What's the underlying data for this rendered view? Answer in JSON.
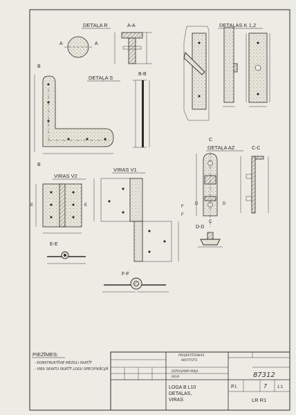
{
  "views": {
    "detail_r": "DETAĻA R",
    "section_aa": "A-A",
    "detail_s": "DETAĻA S",
    "section_bb": "B-B",
    "detail_k12": "DETAĻAS K 1,2",
    "hinge_v2": "VIRAS V2",
    "hinge_v1": "VIRAS V1",
    "detail_az": "DETAĻA AZ",
    "section_cc": "C-C",
    "section_dd": "D-D",
    "section_ee": "E-E",
    "section_ff": "F-F"
  },
  "section_marks": {
    "a": "A",
    "b": "B",
    "c": "C",
    "d": "D",
    "e": "E",
    "f": "F"
  },
  "notes": {
    "heading": "PIEZĪMES:",
    "line1": "- KONSTRUKTĪVIE MEZGLI SKATĪT",
    "line2": "- VIRU SKAITU SKATĪT LOGU SPECIFIKĀCIJĀ"
  },
  "title_block": {
    "drawing_number": "87312",
    "institute_row1": "PROJEKTĒŠANAS",
    "institute_row2": "INSTITŪTS",
    "project_row1": "DZĪVOJAMĀ MĀJA",
    "project_row2": "RĪGĀ",
    "sheet_code": "P.I.",
    "sheet_no": "7",
    "scale": "1:1",
    "drawing_title_1": "LOGA  B L10",
    "drawing_title_2": "DETAĻAS,",
    "drawing_title_3": "VIRAS",
    "part_code": "LR  R1"
  },
  "colors": {
    "paper": "#ecebe4",
    "ink": "#2a2a2a",
    "fill": "#e3e0d5"
  }
}
